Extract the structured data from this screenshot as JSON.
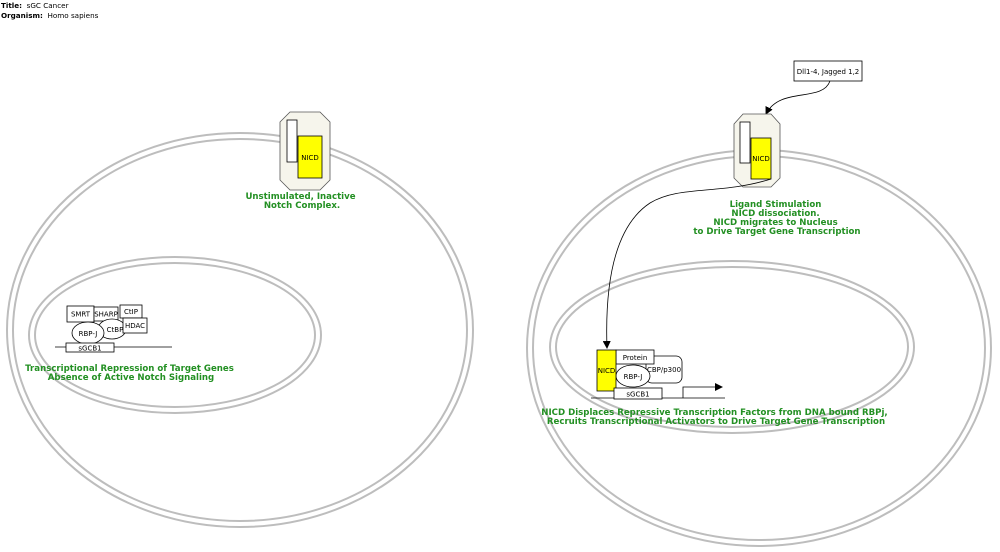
{
  "header": {
    "title_label": "Title:",
    "title_value": "sGC Cancer",
    "organism_label": "Organism:",
    "organism_value": "Homo sapiens"
  },
  "left_panel": {
    "receptor_label": "NICD",
    "caption_lines": [
      "Unstimulated, Inactive",
      "Notch Complex."
    ],
    "complex": {
      "smrt": "SMRT",
      "sharp": "SHARP",
      "ctip": "CtIP",
      "ctbp": "CtBP",
      "rbpj": "RBP-J",
      "hdac": "HDAC",
      "gene": "sGCB1"
    },
    "nucleus_caption_lines": [
      "Transcriptional Repression of Target Genes",
      "Absence of Active Notch Signaling"
    ]
  },
  "right_panel": {
    "ligand_label": "Dll1-4, Jagged 1,2",
    "receptor_label": "NICD",
    "caption_lines": [
      "Ligand Stimulation",
      "NICD dissociation.",
      "NICD migrates to Nucleus",
      "to Drive Target Gene Transcription"
    ],
    "complex": {
      "nicd": "NICD",
      "protein": "Protein",
      "rbpj": "RBP-J",
      "cbp": "CBP/p300",
      "gene": "sGCB1"
    },
    "nucleus_caption_lines": [
      "NICD Displaces Repressive Transcription Factors from DNA bound RBPj,",
      "Recruits Transcriptional Activators to Drive Target Gene Transcription"
    ]
  },
  "colors": {
    "membrane": "#bdbdbd",
    "nicd_fill": "#ffff00",
    "complex_fill": "#f6f5ec",
    "caption_green": "#239023"
  }
}
